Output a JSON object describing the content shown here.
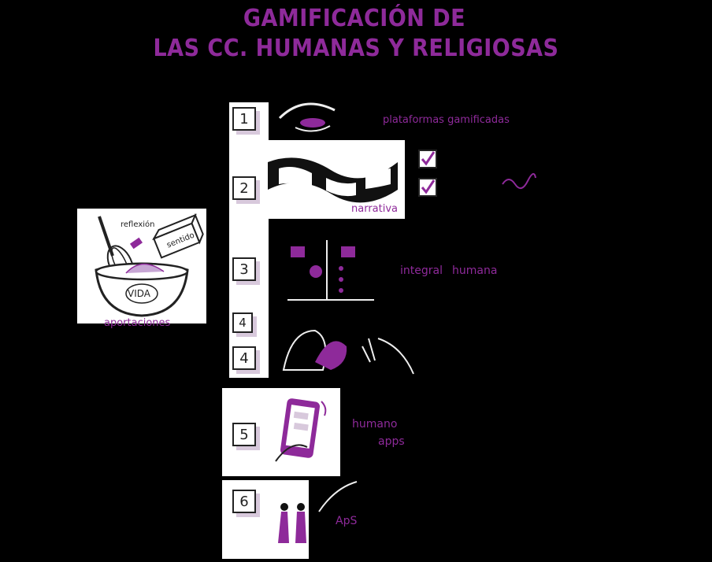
{
  "title": {
    "line1": "GAMIFICACIÓN DE",
    "line2": "LAS CC. HUMANAS Y RELIGIOSAS"
  },
  "left_panel": {
    "word1": "reflexión",
    "word2": "sentido",
    "bowl_text": "VIDA",
    "caption": "aportaciones"
  },
  "steps": [
    {
      "number": "1",
      "label": "plataformas gamificadas"
    },
    {
      "number": "2",
      "label": "narrativa"
    },
    {
      "number": "3",
      "label_left": "integral",
      "label_right": "humana"
    },
    {
      "number": "4",
      "label": ""
    },
    {
      "number": "4",
      "label": ""
    },
    {
      "number": "5",
      "label_line1": "humano",
      "label_line2": "apps"
    },
    {
      "number": "6",
      "label": "ApS"
    }
  ],
  "colors": {
    "accent": "#8e2a9a",
    "shadow": "#d8c9dc",
    "ink": "#222222"
  }
}
